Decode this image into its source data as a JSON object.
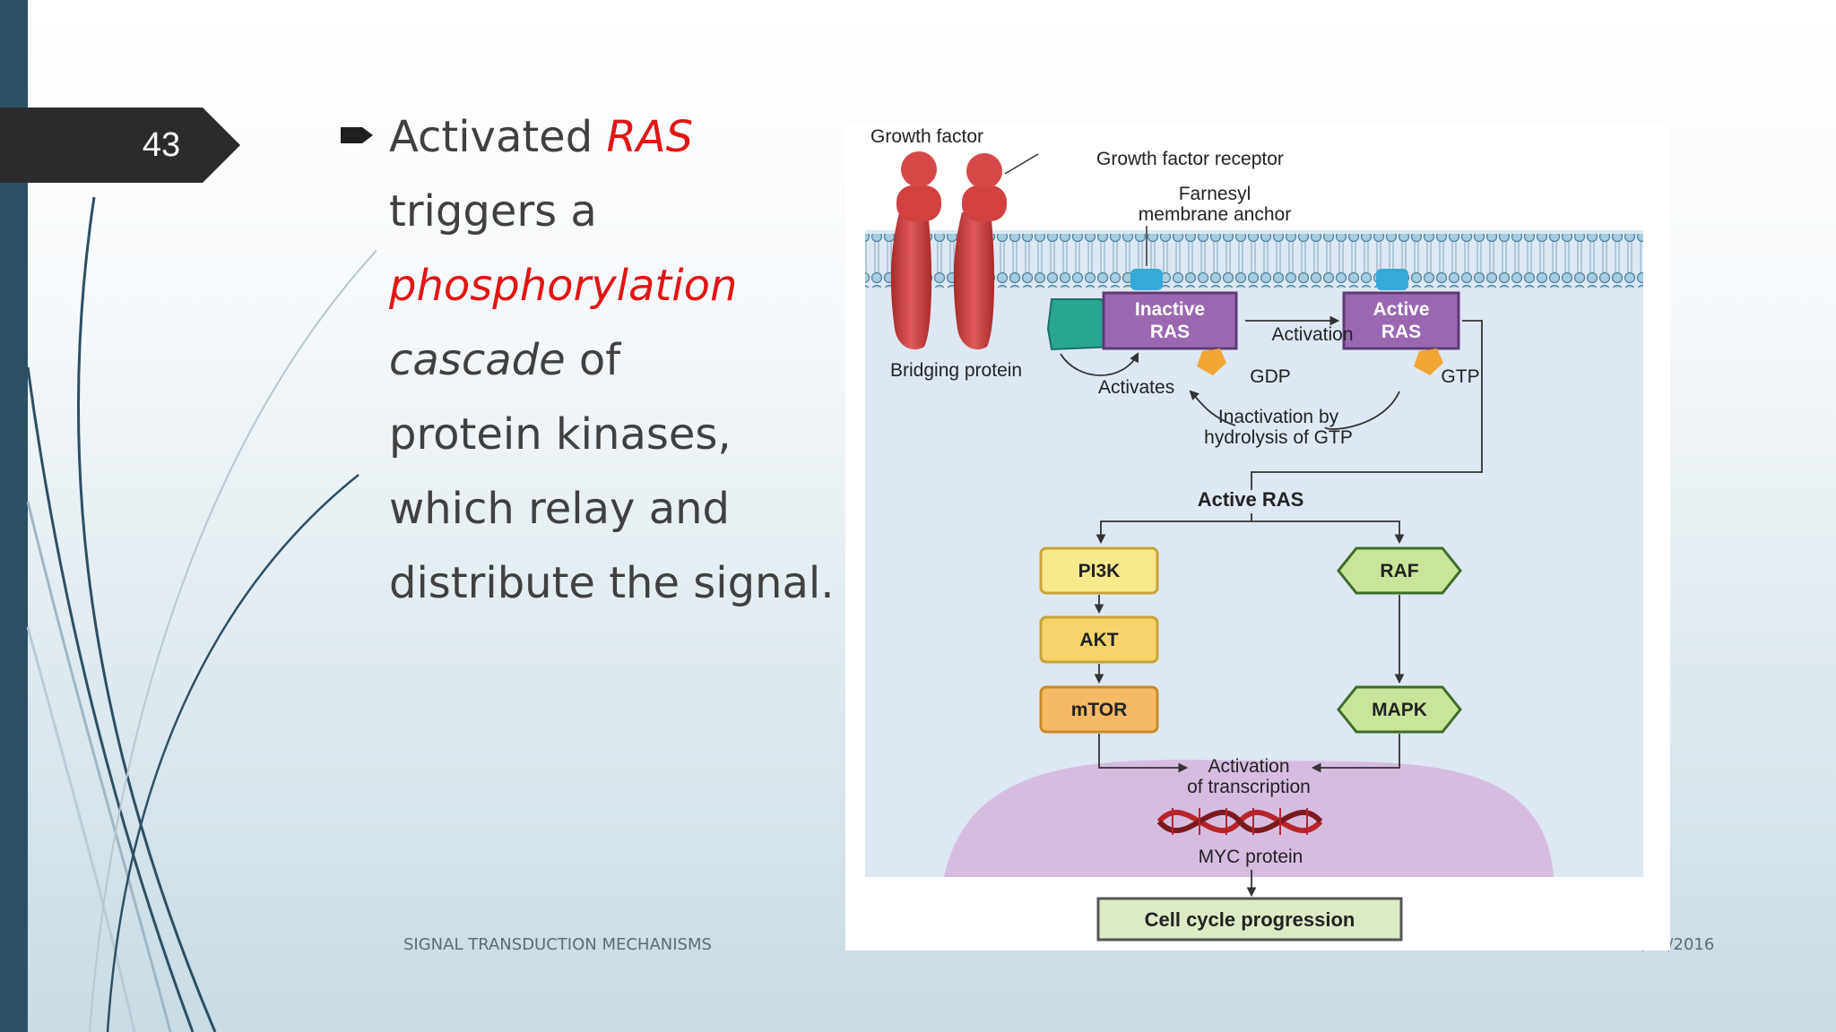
{
  "slide": {
    "number": "43",
    "footer_left": "SIGNAL TRANSDUCTION MECHANISMS",
    "footer_right": "5/19/2016"
  },
  "bullet": {
    "icon": "arrow-right-icon",
    "t1": "Activated ",
    "t2": "RAS",
    "t3": "triggers a",
    "t4": "phosphorylation",
    "t5": "cascade",
    "t6": " of",
    "t7": "protein kinases,",
    "t8": "which relay and",
    "t9": "distribute the signal."
  },
  "figure": {
    "growth_factor": "Growth factor",
    "growth_factor_receptor": "Growth factor receptor",
    "farnesyl_1": "Farnesyl",
    "farnesyl_2": "membrane anchor",
    "bridging_protein": "Bridging protein",
    "activates": "Activates",
    "inactive_ras_1": "Inactive",
    "inactive_ras_2": "RAS",
    "active_ras_1": "Active",
    "active_ras_2": "RAS",
    "activation": "Activation",
    "gdp": "GDP",
    "gtp": "GTP",
    "inactivation_1": "Inactivation by",
    "inactivation_2": "hydrolysis of GTP",
    "active_ras_label": "Active RAS",
    "pi3k": "PI3K",
    "akt": "AKT",
    "mtor": "mTOR",
    "raf": "RAF",
    "mapk": "MAPK",
    "activation_transcription_1": "Activation",
    "activation_transcription_2": "of transcription",
    "myc_protein": "MYC protein",
    "cell_cycle": "Cell cycle progression"
  },
  "colors": {
    "accent_red": "#e11515",
    "dark_bar": "#2d4f63",
    "ras_purple": "#9a68b2",
    "pi3k_yellow": "#f6e98c",
    "kinase_green": "#c9e59a"
  }
}
